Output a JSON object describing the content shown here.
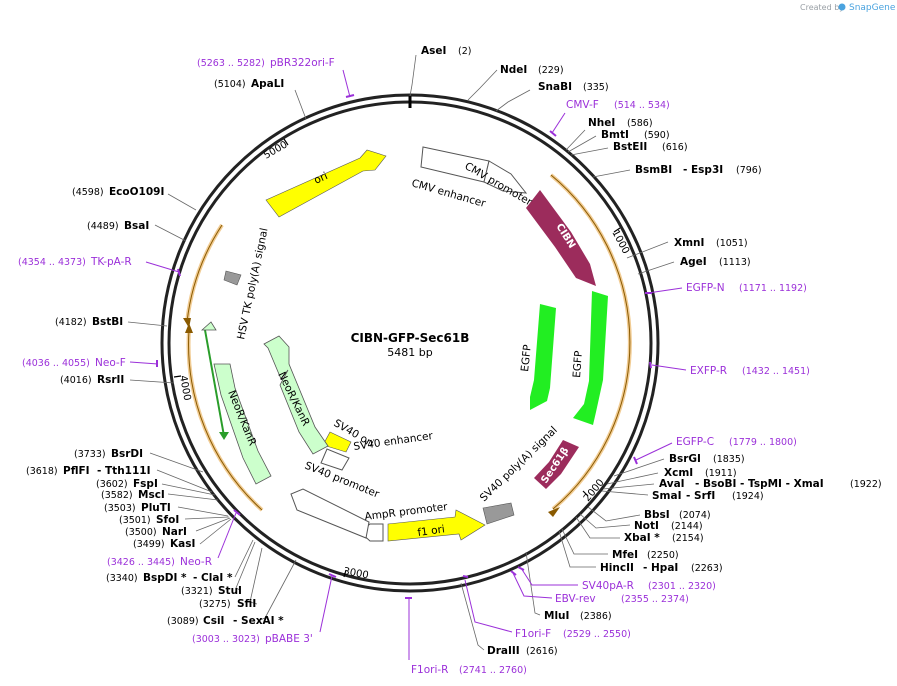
{
  "credit": {
    "prefix": "Created by",
    "brand": "SnapGene"
  },
  "plasmid": {
    "name": "CIBN-GFP-Sec61B",
    "size": "5481 bp",
    "length": 5481
  },
  "colors": {
    "cmv": "#ffffff",
    "cibn": "#9c2c5c",
    "egfp": "#22ee22",
    "sec61b": "#9c2c5c",
    "ori": "#ffff00",
    "neo": "#ccffcc",
    "polyA": "#999999",
    "orange": "#e6a23c",
    "primer": "#9b30d9"
  },
  "ticks": [
    {
      "pos": 1000,
      "label": "1000"
    },
    {
      "pos": 2000,
      "label": "2000"
    },
    {
      "pos": 3000,
      "label": "3000"
    },
    {
      "pos": 4000,
      "label": "4000"
    },
    {
      "pos": 5000,
      "label": "5000"
    }
  ],
  "enzymes": [
    {
      "id": "asei",
      "name": "AseI",
      "pos": "(2)"
    },
    {
      "id": "ndei",
      "name": "NdeI",
      "pos": "(229)"
    },
    {
      "id": "snabi",
      "name": "SnaBI",
      "pos": "(335)"
    },
    {
      "id": "nhei",
      "name": "NheI",
      "pos": "(586)"
    },
    {
      "id": "bmti",
      "name": "BmtI",
      "pos": "(590)"
    },
    {
      "id": "bsteii",
      "name": "BstEII",
      "pos": "(616)"
    },
    {
      "id": "bsmbi",
      "name": "BsmBI",
      "extra": "- Esp3I",
      "pos": "(796)"
    },
    {
      "id": "xmni",
      "name": "XmnI",
      "pos": "(1051)"
    },
    {
      "id": "agei",
      "name": "AgeI",
      "pos": "(1113)"
    },
    {
      "id": "bsrgi",
      "name": "BsrGI",
      "pos": "(1835)"
    },
    {
      "id": "xcmi",
      "name": "XcmI",
      "pos": "(1911)"
    },
    {
      "id": "avai",
      "name": "AvaI",
      "extra": "- BsoBI   - TspMI   - XmaI",
      "pos": "(1922)"
    },
    {
      "id": "smai",
      "name": "SmaI",
      "extra": "- SrfI",
      "pos": "(1924)"
    },
    {
      "id": "bbsi",
      "name": "BbsI",
      "pos": "(2074)"
    },
    {
      "id": "noti",
      "name": "NotI",
      "pos": "(2144)"
    },
    {
      "id": "xbai",
      "name": "XbaI *",
      "pos": "(2154)"
    },
    {
      "id": "mfei",
      "name": "MfeI",
      "pos": "(2250)"
    },
    {
      "id": "hincii",
      "name": "HincII",
      "extra": "- HpaI",
      "pos": "(2263)"
    },
    {
      "id": "mlui",
      "name": "MluI",
      "pos": "(2386)"
    },
    {
      "id": "draiii",
      "name": "DraIII",
      "pos": "(2616)"
    },
    {
      "id": "csii",
      "name": "CsiI",
      "extra": "- SexAI *",
      "pos": "(3089)"
    },
    {
      "id": "sfii",
      "name": "SfiI",
      "pos": "(3275)"
    },
    {
      "id": "stui",
      "name": "StuI",
      "pos": "(3321)"
    },
    {
      "id": "bspdi",
      "name": "BspDI *",
      "extra": "- ClaI *",
      "pos": "(3340)"
    },
    {
      "id": "kasi",
      "name": "KasI",
      "pos": "(3499)"
    },
    {
      "id": "nari",
      "name": "NarI",
      "pos": "(3500)"
    },
    {
      "id": "sfoi",
      "name": "SfoI",
      "pos": "(3501)"
    },
    {
      "id": "pluti",
      "name": "PluTI",
      "pos": "(3503)"
    },
    {
      "id": "msci",
      "name": "MscI",
      "pos": "(3582)"
    },
    {
      "id": "fspi",
      "name": "FspI",
      "pos": "(3602)"
    },
    {
      "id": "pflfi",
      "name": "PflFI",
      "extra": "- Tth111I",
      "pos": "(3618)"
    },
    {
      "id": "bsrdi",
      "name": "BsrDI",
      "pos": "(3733)"
    },
    {
      "id": "rsrii",
      "name": "RsrII",
      "pos": "(4016)"
    },
    {
      "id": "bstbi",
      "name": "BstBI",
      "pos": "(4182)"
    },
    {
      "id": "bsai",
      "name": "BsaI",
      "pos": "(4489)"
    },
    {
      "id": "eco0109i",
      "name": "EcoO109I",
      "pos": "(4598)"
    },
    {
      "id": "apali",
      "name": "ApaLI",
      "pos": "(5104)"
    }
  ],
  "primers": [
    {
      "id": "pbr322",
      "name": "pBR322ori-F",
      "range": "(5263 .. 5282)"
    },
    {
      "id": "cmvf",
      "name": "CMV-F",
      "range": "(514 .. 534)"
    },
    {
      "id": "egfpn",
      "name": "EGFP-N",
      "range": "(1171 .. 1192)"
    },
    {
      "id": "exfpr",
      "name": "EXFP-R",
      "range": "(1432 .. 1451)"
    },
    {
      "id": "egfpc",
      "name": "EGFP-C",
      "range": "(1779 .. 1800)"
    },
    {
      "id": "sv40par",
      "name": "SV40pA-R",
      "range": "(2301 .. 2320)"
    },
    {
      "id": "ebvrev",
      "name": "EBV-rev",
      "range": "(2355 .. 2374)"
    },
    {
      "id": "f1orif",
      "name": "F1ori-F",
      "range": "(2529 .. 2550)"
    },
    {
      "id": "f1orir",
      "name": "F1ori-R",
      "range": "(2741 .. 2760)"
    },
    {
      "id": "pbabe",
      "name": "pBABE 3'",
      "range": "(3003 .. 3023)"
    },
    {
      "id": "neor",
      "name": "Neo-R",
      "range": "(3426 .. 3445)"
    },
    {
      "id": "neof",
      "name": "Neo-F",
      "range": "(4036 .. 4055)"
    },
    {
      "id": "tkpar",
      "name": "TK-pA-R",
      "range": "(4354 .. 4373)"
    }
  ],
  "features": {
    "cmv_enhancer": "CMV enhancer",
    "cmv_promoter": "CMV promoter",
    "cibn": "CIBN",
    "egfp1": "EGFP",
    "egfp2": "EGFP",
    "sec61b": "Sec61β",
    "sv40_polya": "SV40 poly(A) signal",
    "f1_ori": "f1 ori",
    "ampr_promoter": "AmpR promoter",
    "sv40_promoter_inner": "SV40 promoter",
    "sv40_enhancer": "SV40 enhancer",
    "sv40_ori": "SV40 ori",
    "neor_inner": "NeoR/KanR",
    "neor_outer": "NeoR/KanR",
    "hsv_tk": "HSV TK poly(A) signal",
    "ori": "ori"
  }
}
